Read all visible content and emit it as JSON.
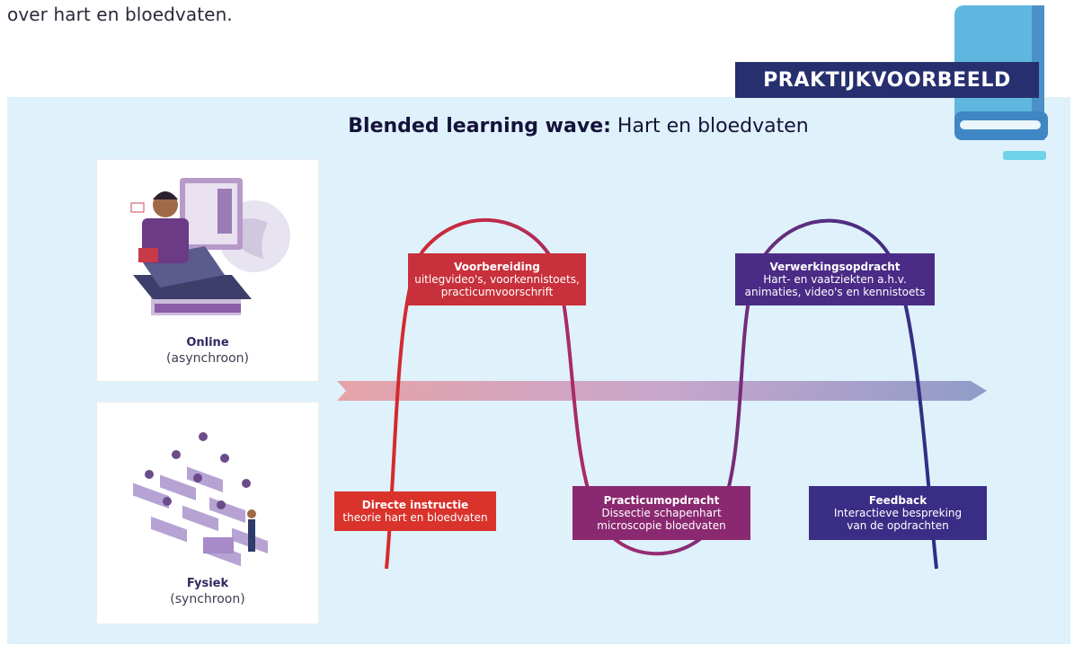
{
  "intro_text": "over hart en bloedvaten.",
  "badge": "PRAKTIJKVOORBEELD",
  "title": {
    "bold": "Blended learning wave:",
    "rest": " Hart en bloedvaten"
  },
  "cards": {
    "online": {
      "title": "Online",
      "subtitle": "(asynchroon)"
    },
    "fysiek": {
      "title": "Fysiek",
      "subtitle": "(synchroon)"
    }
  },
  "steps": [
    {
      "title": "Voorbereiding",
      "lines": [
        "uitlegvideo's, voorkennistoets,",
        "practicumvoorschrift"
      ],
      "color": "#c8303b"
    },
    {
      "title": "Verwerkingsopdracht",
      "lines": [
        "Hart- en vaatziekten a.h.v.",
        "animaties, video's en kennistoets"
      ],
      "color": "#4a2b86"
    },
    {
      "title": "Directe instructie",
      "lines": [
        "theorie hart en bloedvaten"
      ],
      "color": "#d9332c"
    },
    {
      "title": "Practicumopdracht",
      "lines": [
        "Dissectie schapenhart",
        "microscopie bloedvaten"
      ],
      "color": "#8a2870"
    },
    {
      "title": "Feedback",
      "lines": [
        "Interactieve bespreking",
        "van de opdrachten"
      ],
      "color": "#3a2d86"
    }
  ],
  "colors": {
    "panel": "#dff1fa",
    "badge": "#27306e",
    "wave_start": "#d62b2b",
    "wave_end": "#2c2f86"
  },
  "icons": {
    "online": "teacher-laptop-illustration",
    "fysiek": "classroom-illustration",
    "book": "book-icon"
  }
}
